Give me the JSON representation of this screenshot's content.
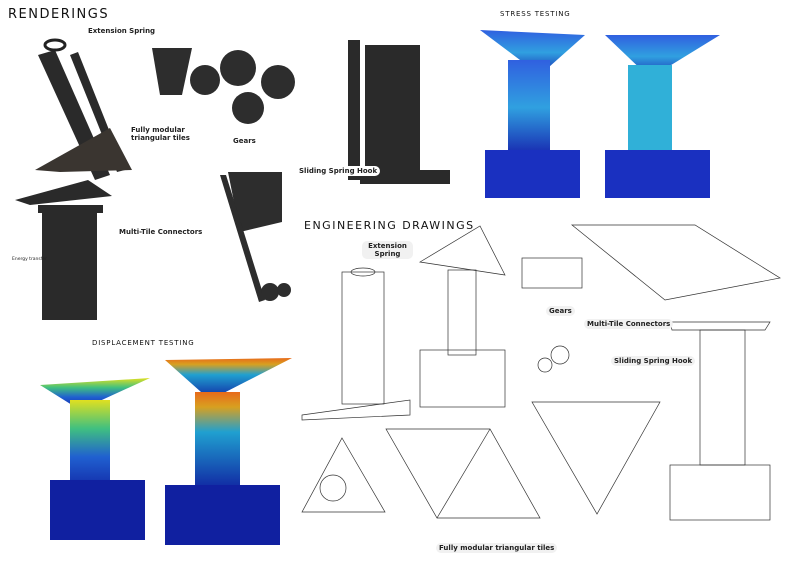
{
  "sections": {
    "renderings": "RENDERINGS",
    "stress_testing": "STRESS TESTING",
    "displacement_testing": "DISPLACEMENT TESTING",
    "engineering_drawings": "ENGINEERING DRAWINGS"
  },
  "render_labels": {
    "extension_spring": "Extension Spring",
    "tiles": "Fully modular triangular tiles",
    "gears": "Gears",
    "sliding_hook": "Sliding Spring Hook",
    "connectors": "Multi-Tile Connectors",
    "energy": "Energy transfer"
  },
  "drawing_labels": {
    "extension_spring": "Extension Spring",
    "gears": "Gears",
    "connectors": "Multi-Tile Connectors",
    "sliding_hook": "Sliding Spring Hook",
    "tiles": "Fully modular triangular tiles"
  },
  "colors": {
    "render": "#2a2a2a",
    "stress": "#1f3fbf",
    "displacement_hot": "#e8641c"
  }
}
